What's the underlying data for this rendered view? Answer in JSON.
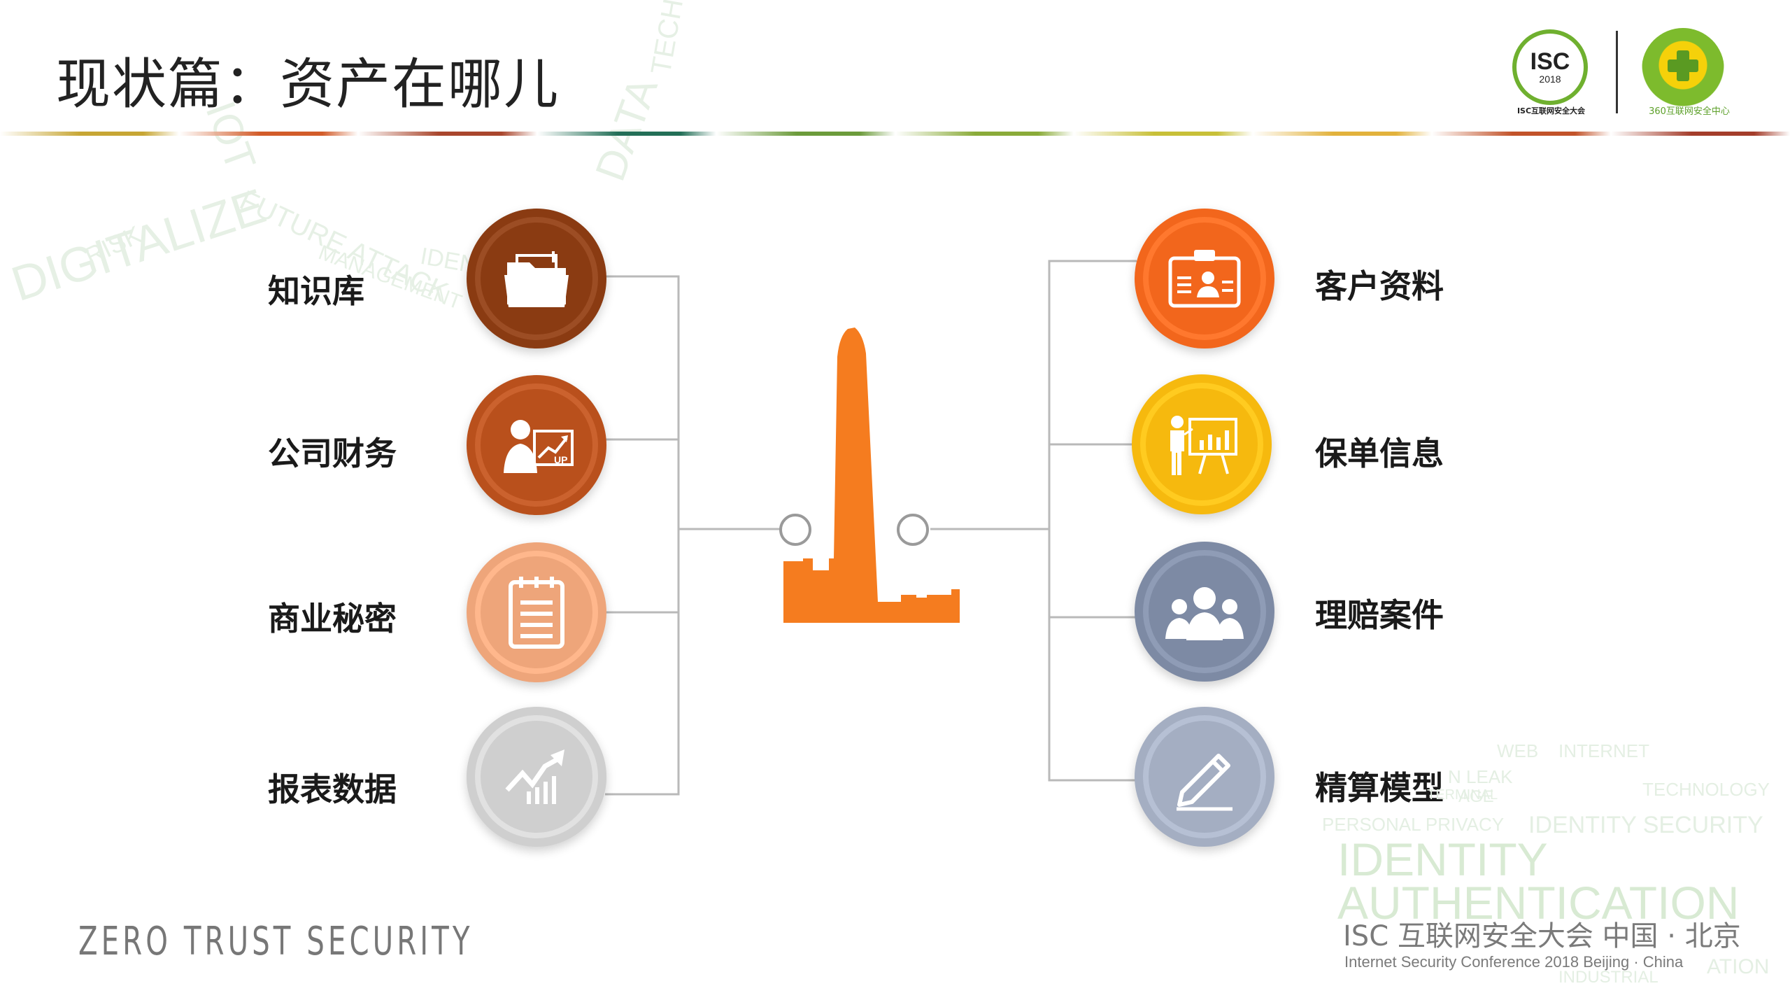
{
  "title": "现状篇：资产在哪儿",
  "header_logos": {
    "isc_main": "ISC",
    "isc_year": "2018",
    "isc_caption": "ISC互联网安全大会",
    "center_caption": "360互联网安全中心"
  },
  "rule_colors": [
    "#c7a634",
    "#d25c2a",
    "#a9462d",
    "#236f57",
    "#6c9b3b",
    "#8aab39",
    "#c8c038",
    "#e2b23c",
    "#c2532a",
    "#a43d2b"
  ],
  "left_items": [
    {
      "label": "知识库",
      "icon": "folder-icon",
      "color": "#8a3b12"
    },
    {
      "label": "公司财务",
      "icon": "businessman-up-chart-icon",
      "color": "#b9501c"
    },
    {
      "label": "商业秘密",
      "icon": "notepad-icon",
      "color": "#eea57a"
    },
    {
      "label": "报表数据",
      "icon": "chart-trend-icon",
      "color": "#cfcfcf"
    }
  ],
  "right_items": [
    {
      "label": "客户资料",
      "icon": "id-card-icon",
      "color": "#f2661c"
    },
    {
      "label": "保单信息",
      "icon": "presentation-icon",
      "color": "#f6b90e"
    },
    {
      "label": "理赔案件",
      "icon": "people-group-icon",
      "color": "#7d8aa4"
    },
    {
      "label": "精算模型",
      "icon": "pencil-icon",
      "color": "#a4aec2"
    }
  ],
  "tower_color": "#f57c1f",
  "watermark_words": [
    "WEB",
    "INTERNET",
    "N LEAK",
    "AGE",
    "TECHNOLOGY",
    "PERSONAL PRIVACY",
    "IDENTITY SECURITY",
    "IDENTITY",
    "AUTHENTICATION",
    "INDUSTRIAL",
    "ATION",
    "TERMINAL"
  ],
  "top_watermark_words": [
    "DIGITALIZE",
    "FUTURE ATTACK",
    "IOT",
    "DATA",
    "RISK",
    "MANAGEMENT",
    "IDENTITY",
    "TECH"
  ],
  "footer": {
    "brand": "ZERO TRUST SECURITY",
    "conference_cn": "ISC 互联网安全大会 中国 · 北京",
    "conference_en": "Internet Security Conference 2018  Beijing · China"
  }
}
